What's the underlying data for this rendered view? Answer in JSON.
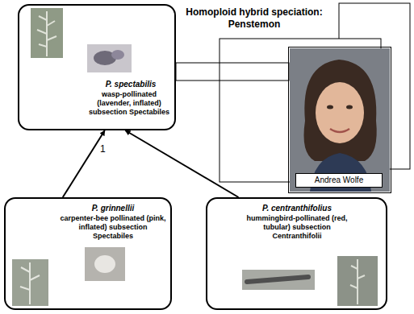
{
  "diagram": {
    "title": "Homoploid hybrid speciation: Penstemon",
    "nodes": [
      {
        "text": [
          "P. spectabilis",
          "wasp-pollinated (lavender, inflated) subsection Spectabiles"
        ]
      },
      {
        "text": [
          "P. grinnellii",
          "carpenter-bee pollinated (pink, inflated) subsection Spectabiles"
        ]
      },
      {
        "text": [
          "P. centranthifolius",
          "hummingbird-pollinated (red, tubular) subsection Centranthifolii"
        ]
      },
      {
        "text": [
          "Andrea Wolfe"
        ]
      }
    ],
    "edges": [
      {
        "from": 1,
        "to": 0,
        "arrow": "to"
      },
      {
        "from": 2,
        "to": 0,
        "arrow": "to"
      }
    ],
    "labels": [
      "1"
    ]
  }
}
